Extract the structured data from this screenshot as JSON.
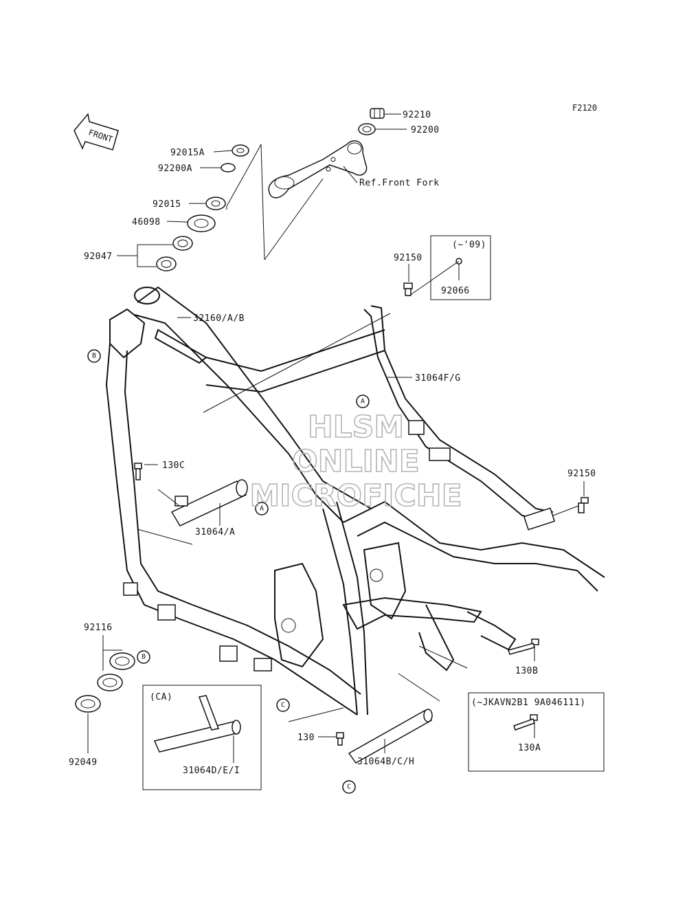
{
  "diagram_code": "F2120",
  "front_arrow_label": "FRONT",
  "labels": {
    "p92210": "92210",
    "p92200": "92200",
    "p92015A": "92015A",
    "p92200A": "92200A",
    "p92015": "92015",
    "p46098": "46098",
    "p92047": "92047",
    "ref_front_fork": "Ref.Front Fork",
    "p92150_top": "92150",
    "p92066": "92066",
    "note_09": "(~'09)",
    "p32160": "32160/A/B",
    "p31064FG": "31064F/G",
    "p130C": "130C",
    "p31064A": "31064/A",
    "p92150_right": "92150",
    "p92116": "92116",
    "p92049": "92049",
    "ca_label": "(CA)",
    "p31064DEI": "31064D/E/I",
    "p130": "130",
    "p31064BCH": "31064B/C/H",
    "p130B": "130B",
    "vin_note": "(~JKAVN2B1 9A046111)",
    "p130A": "130A"
  },
  "circle_markers": {
    "A1": "A",
    "A2": "A",
    "B1": "B",
    "B2": "B",
    "C1": "C",
    "C2": "C"
  },
  "watermark": {
    "line1": "HLSM",
    "line2": "ONLINE",
    "line3": "MICROFICHE",
    "color": "#b4b4b4"
  }
}
